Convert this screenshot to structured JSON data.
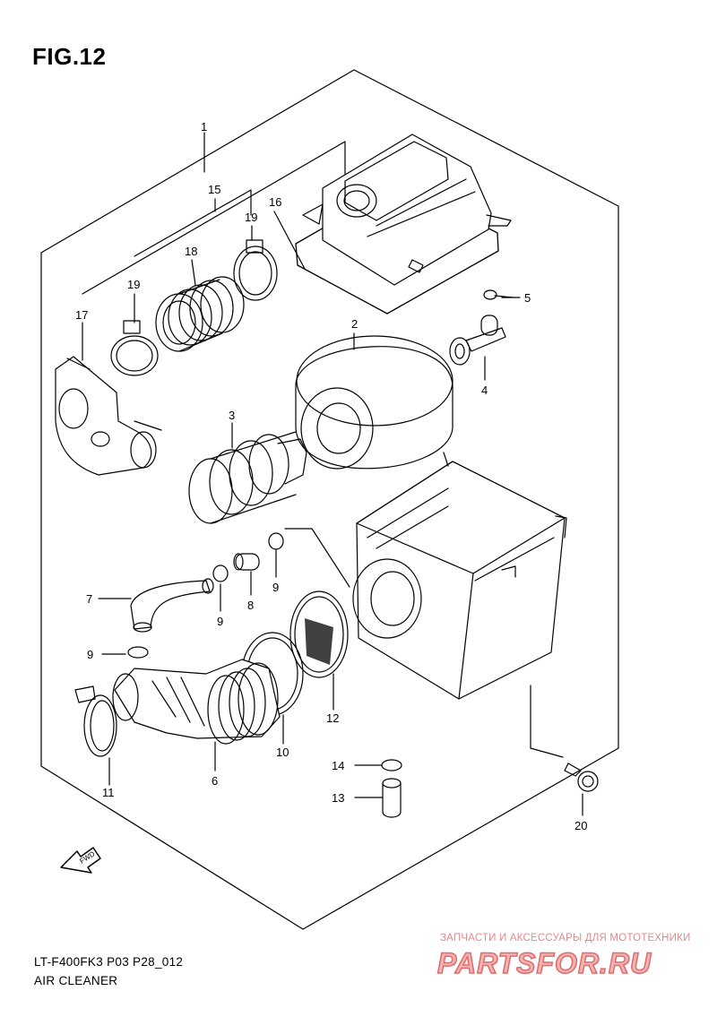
{
  "figure": {
    "title": "FIG.12",
    "model_code": "LT-F400FK3 P03 P28_012",
    "section_name": "AIR CLEANER"
  },
  "callouts": {
    "c1": "1",
    "c2": "2",
    "c3": "3",
    "c4": "4",
    "c5": "5",
    "c6": "6",
    "c7": "7",
    "c8": "8",
    "c9a": "9",
    "c9b": "9",
    "c9c": "9",
    "c10": "10",
    "c11": "11",
    "c12": "12",
    "c13": "13",
    "c14": "14",
    "c15": "15",
    "c16": "16",
    "c17": "17",
    "c18": "18",
    "c19a": "19",
    "c19b": "19",
    "c20": "20"
  },
  "fwd_arrow": {
    "label": "FWD",
    "icon": "fwd-arrow-icon"
  },
  "watermark": {
    "caption": "ЗАПЧАСТИ И АКСЕССУАРЫ ДЛЯ МОТОТЕХНИКИ",
    "logo": "PARTSFOR.RU",
    "color": "#e06b6b"
  }
}
